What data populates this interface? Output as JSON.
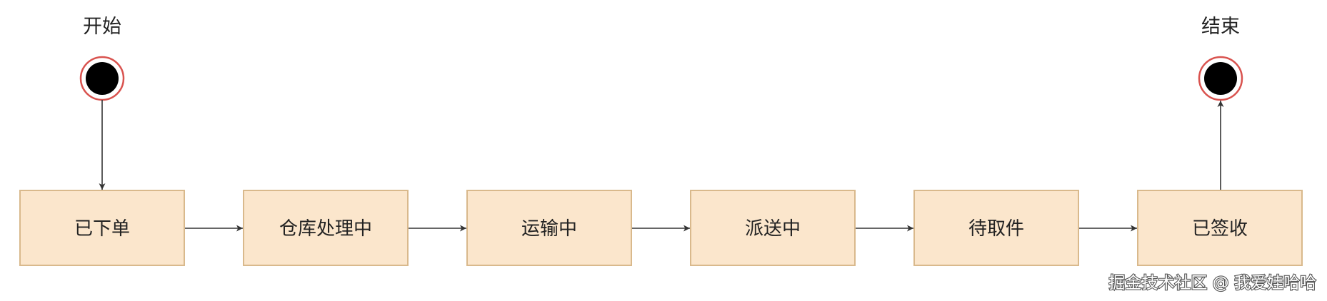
{
  "diagram": {
    "start_label": "开始",
    "end_label": "结束",
    "states": [
      {
        "id": "ordered",
        "label": "已下单"
      },
      {
        "id": "warehouse",
        "label": "仓库处理中"
      },
      {
        "id": "shipping",
        "label": "运输中"
      },
      {
        "id": "delivering",
        "label": "派送中"
      },
      {
        "id": "pickup",
        "label": "待取件"
      },
      {
        "id": "signed",
        "label": "已签收"
      }
    ],
    "edges": [
      {
        "from": "start",
        "to": "ordered"
      },
      {
        "from": "ordered",
        "to": "warehouse"
      },
      {
        "from": "warehouse",
        "to": "shipping"
      },
      {
        "from": "shipping",
        "to": "delivering"
      },
      {
        "from": "delivering",
        "to": "pickup"
      },
      {
        "from": "pickup",
        "to": "signed"
      },
      {
        "from": "signed",
        "to": "end"
      }
    ]
  },
  "watermark": "掘金技术社区 @ 我爱娃哈哈",
  "colors": {
    "box_fill": "#fbe6cc",
    "box_stroke": "#d9b98c",
    "ring_stroke": "#d9534f",
    "edge": "#333333"
  }
}
